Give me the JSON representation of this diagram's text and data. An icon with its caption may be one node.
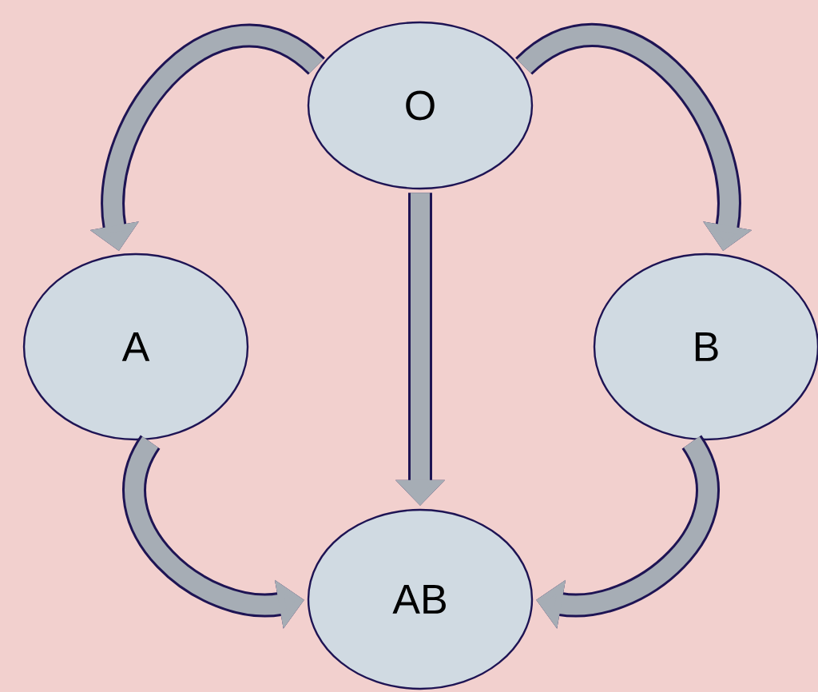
{
  "diagram": {
    "nodes": [
      {
        "text": [
          "O"
        ]
      },
      {
        "text": [
          "A"
        ]
      },
      {
        "text": [
          "B"
        ]
      },
      {
        "text": [
          "AB"
        ]
      }
    ],
    "edges": [
      {
        "from": 0,
        "to": 1,
        "arrow": "to"
      },
      {
        "from": 0,
        "to": 2,
        "arrow": "to"
      },
      {
        "from": 0,
        "to": 3,
        "arrow": "to"
      },
      {
        "from": 1,
        "to": 3,
        "arrow": "to"
      },
      {
        "from": 2,
        "to": 3,
        "arrow": "to"
      }
    ]
  }
}
